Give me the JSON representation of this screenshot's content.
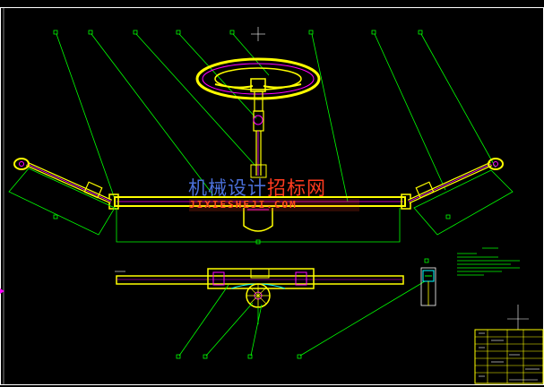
{
  "watermark": {
    "title_part1": "机械设计",
    "title_part2": "招标网",
    "subtitle": "JIXIESHEJI.COM"
  },
  "colors": {
    "background": "#000000",
    "frame": "#ffffff",
    "leader": "#00ff00",
    "part_yellow": "#ffff00",
    "part_magenta": "#ff00ff",
    "part_cyan": "#00ffff",
    "watermark_blue": "#4a6fd8",
    "watermark_red": "#ff3b1f"
  },
  "icons": {
    "wheel": "steering-wheel-icon",
    "rack": "steering-rack-icon",
    "tie_rod": "tie-rod-icon",
    "gear": "pinion-gear-icon"
  }
}
